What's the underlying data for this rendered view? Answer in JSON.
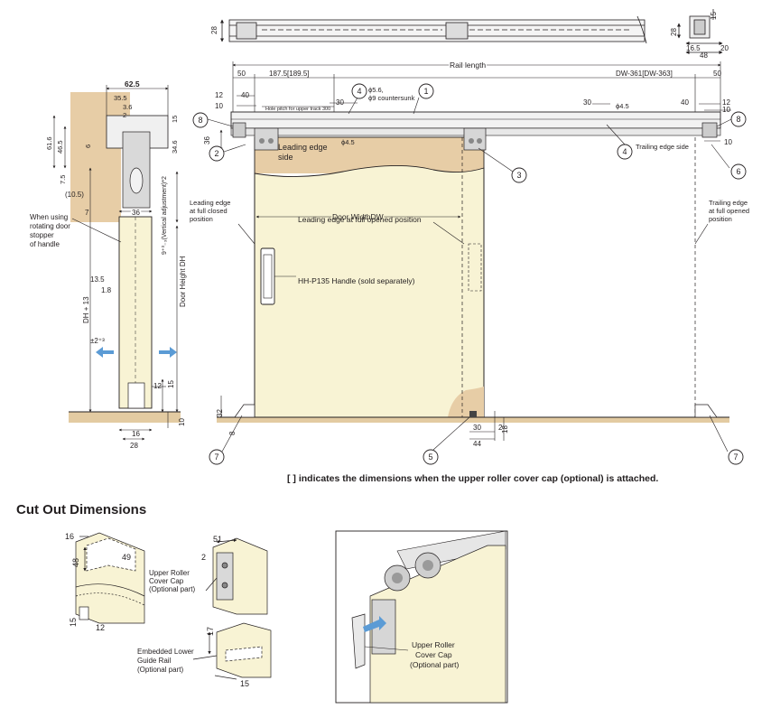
{
  "top_view": {
    "dims_left": [
      "28"
    ],
    "dims_right": [
      "15",
      "28",
      "16.5",
      "48",
      "20"
    ]
  },
  "elevation": {
    "rail_length_label": "Rail length",
    "dim_50_left": "50",
    "dim_187": "187.5[189.5]",
    "dim_dw361": "DW-361[DW-363]",
    "dim_50_right": "50",
    "dim_12_left": "12",
    "dim_40_left": "40",
    "dim_10_left": "10",
    "dim_30_left": "30",
    "hole_spec_a": "ϕ5.6,",
    "hole_spec_b": "ϕ9 countersunk",
    "hole_pitch": "Hole pitch for upper track 300",
    "dim_30_right": "30",
    "hole_right": "ϕ4.5",
    "dim_40_right": "40",
    "dim_12_right": "12",
    "dim_10_right_a": "10",
    "dim_10_right_b": "10",
    "dim_36": "36",
    "dim_10_c": "10",
    "hole_bottom": "ϕ4.5",
    "leading_side_a": "Leading edge",
    "leading_side_b": "side",
    "trailing_side": "Trailing edge side",
    "door_width": "Door WidthDW",
    "leading_closed": [
      "Leading edge",
      "at full closed",
      "position"
    ],
    "leading_opened_label": "Leading edge at full opened position",
    "trailing_opened": [
      "Trailing edge",
      "at full opened",
      "position"
    ],
    "handle_label": "HH-P135 Handle (sold separately)",
    "dim_32": "32",
    "dim_8": "8",
    "dim_30_bottom": "30",
    "dim_44": "44",
    "dim_2": "2",
    "dim_18": "18"
  },
  "section": {
    "dim_62_5": "62.5",
    "dim_35_5": "35.5",
    "dim_3_6": "3.6",
    "dim_2": "2",
    "dim_15": "15",
    "dim_34_6": "34.6",
    "dim_61_6": "61.6",
    "dim_46_5": "46.5",
    "dim_6": "6",
    "dim_7_5": "7.5",
    "dim_10_5": "(10.5)",
    "dim_7": "7",
    "dim_36": "36",
    "vertical_adjust": "9⁺³₋₃(Vertical adjustment)*2",
    "door_height": "Door Height DH",
    "dh13": "DH + 13",
    "stopper_note": [
      "When using",
      "rotating door",
      "stopper",
      "of handle"
    ],
    "dim_13_5": "13.5",
    "dim_1_8": "1.8",
    "pm2": "±2⁺³",
    "dim_12": "12",
    "dim_15b": "15",
    "dim_10": "10",
    "dim_16": "16",
    "dim_28": "28"
  },
  "callouts": [
    "1",
    "2",
    "3",
    "4",
    "5",
    "6",
    "7",
    "8"
  ],
  "note": "[ ] indicates the dimensions when the upper roller cover cap (optional) is attached.",
  "section_title": "Cut Out Dimensions",
  "cutouts": {
    "a": [
      "16",
      "48",
      "49",
      "15",
      "12"
    ],
    "b": [
      "51",
      "2"
    ],
    "b_label": [
      "Upper Roller",
      "Cover Cap",
      "(Optional part)"
    ],
    "c": [
      "17",
      "15"
    ],
    "c_label": [
      "Embedded Lower",
      "Guide Rail",
      "(Optional part)"
    ],
    "photo_label": [
      "Upper Roller",
      "Cover Cap",
      "(Optional part)"
    ]
  },
  "colors": {
    "wall": "#e7cda6",
    "door": "#f8f3d4",
    "floor": "#e3cba2",
    "arrow": "#5b9bd5",
    "line": "#231f20"
  }
}
